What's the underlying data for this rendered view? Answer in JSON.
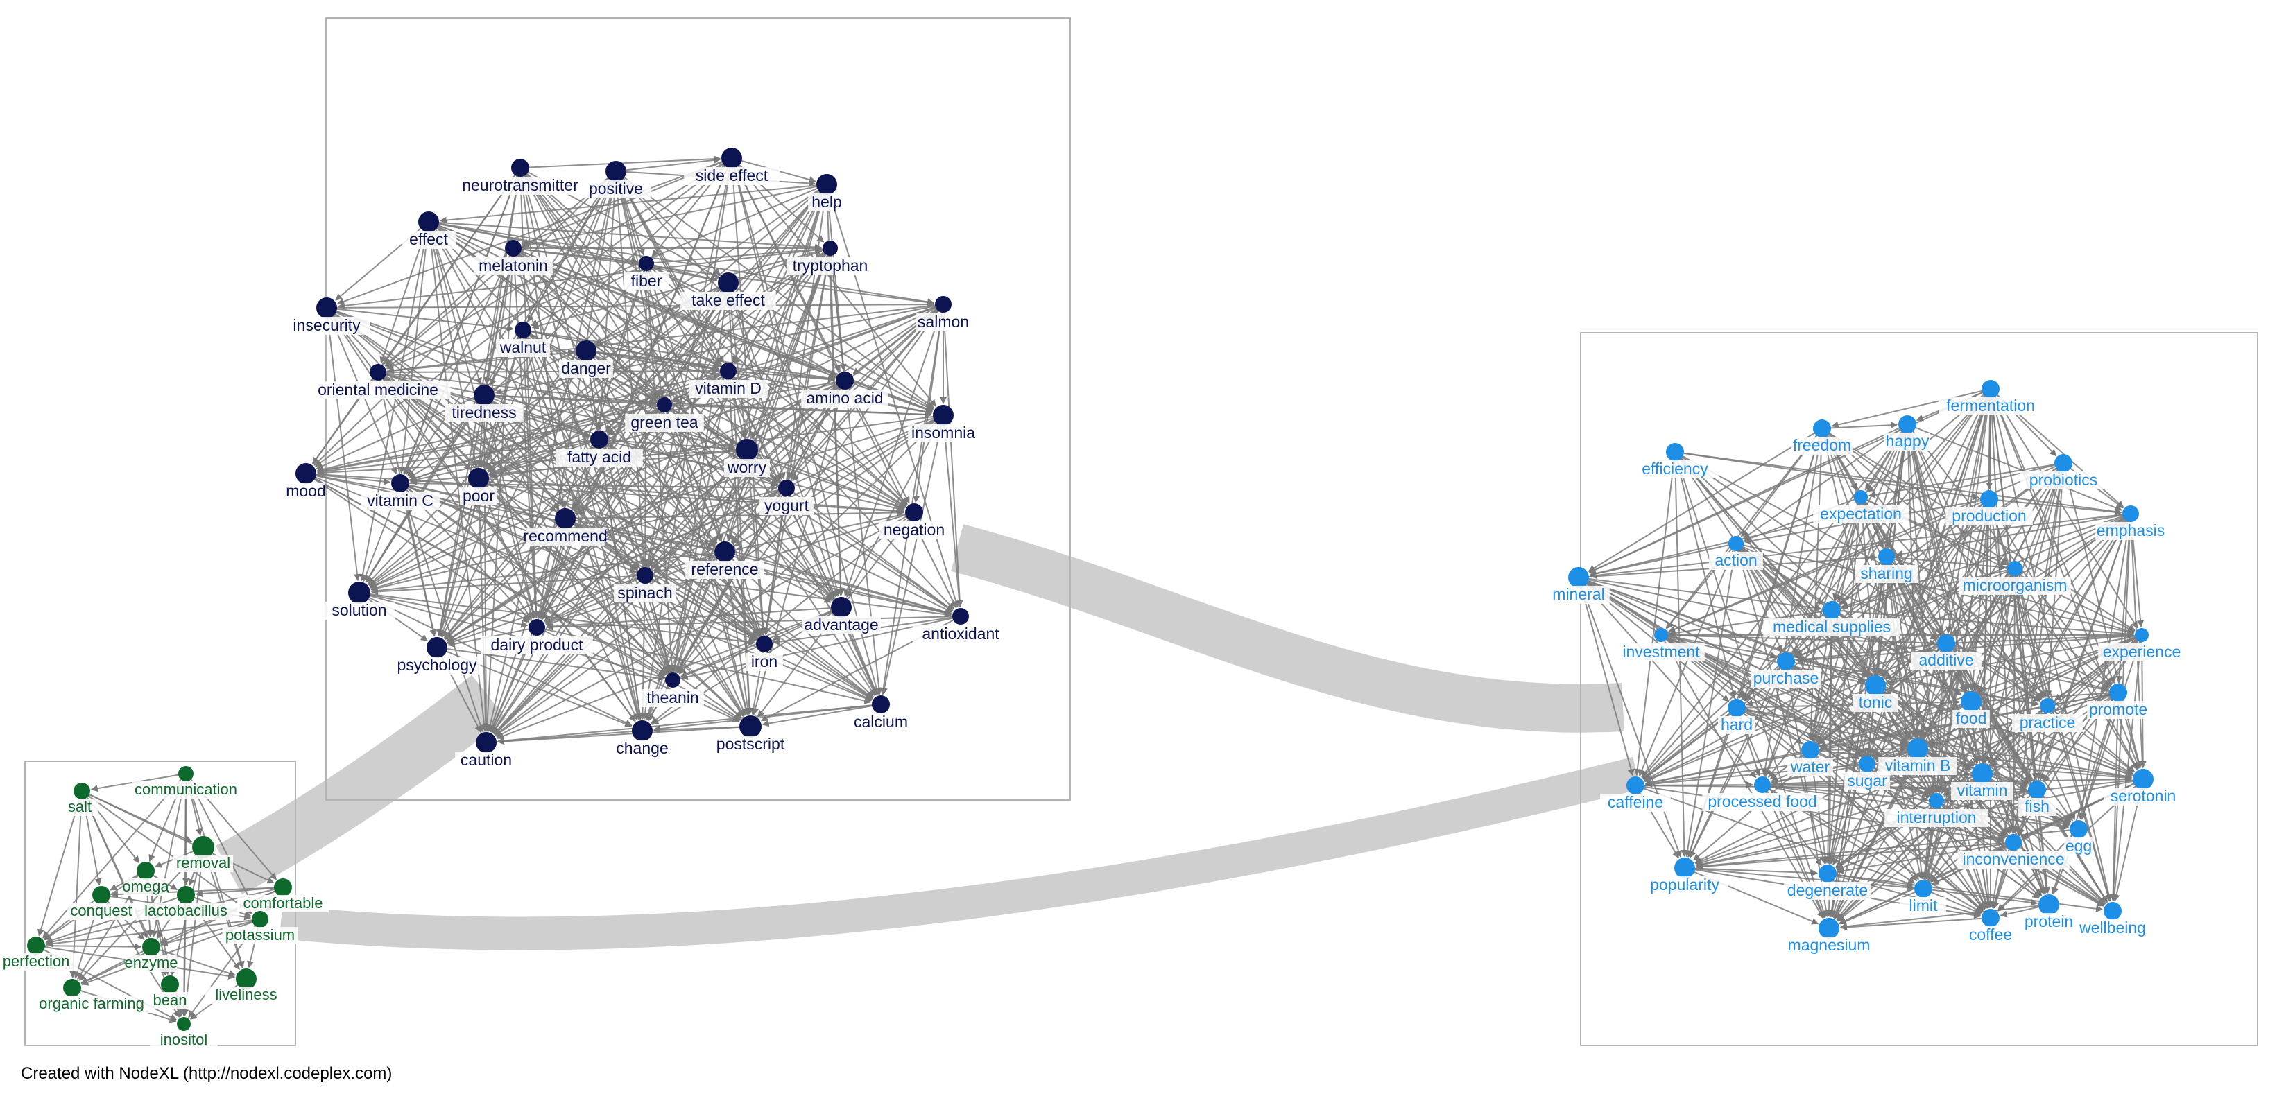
{
  "caption": "Created with NodeXL (http://nodexl.codeplex.com)",
  "colors": {
    "navy": "#0d1452",
    "blue": "#1e8fe6",
    "green": "#0e6a2c",
    "edge": "#7a7a7a",
    "bundle": "#cfcfcf",
    "box": "#b4b4b4"
  },
  "groups": [
    {
      "id": "g1",
      "color": "navy",
      "nodes": [
        {
          "label": "neurotransmitter"
        },
        {
          "label": "positive"
        },
        {
          "label": "side effect"
        },
        {
          "label": "help"
        },
        {
          "label": "effect"
        },
        {
          "label": "melatonin"
        },
        {
          "label": "fiber"
        },
        {
          "label": "take effect"
        },
        {
          "label": "tryptophan"
        },
        {
          "label": "insecurity"
        },
        {
          "label": "walnut"
        },
        {
          "label": "salmon"
        },
        {
          "label": "oriental medicine"
        },
        {
          "label": "danger"
        },
        {
          "label": "vitamin D"
        },
        {
          "label": "amino acid"
        },
        {
          "label": "tiredness"
        },
        {
          "label": "green tea"
        },
        {
          "label": "insomnia"
        },
        {
          "label": "fatty acid"
        },
        {
          "label": "worry"
        },
        {
          "label": "mood"
        },
        {
          "label": "vitamin C"
        },
        {
          "label": "poor"
        },
        {
          "label": "yogurt"
        },
        {
          "label": "recommend"
        },
        {
          "label": "negation"
        },
        {
          "label": "reference"
        },
        {
          "label": "spinach"
        },
        {
          "label": "solution"
        },
        {
          "label": "advantage"
        },
        {
          "label": "antioxidant"
        },
        {
          "label": "dairy product"
        },
        {
          "label": "psychology"
        },
        {
          "label": "iron"
        },
        {
          "label": "theanin"
        },
        {
          "label": "calcium"
        },
        {
          "label": "postscript"
        },
        {
          "label": "change"
        },
        {
          "label": "caution"
        }
      ]
    },
    {
      "id": "g2",
      "color": "blue",
      "nodes": [
        {
          "label": "fermentation"
        },
        {
          "label": "freedom"
        },
        {
          "label": "happy"
        },
        {
          "label": "efficiency"
        },
        {
          "label": "probiotics"
        },
        {
          "label": "expectation"
        },
        {
          "label": "production"
        },
        {
          "label": "emphasis"
        },
        {
          "label": "action"
        },
        {
          "label": "mineral"
        },
        {
          "label": "sharing"
        },
        {
          "label": "microorganism"
        },
        {
          "label": "medical supplies"
        },
        {
          "label": "investment"
        },
        {
          "label": "additive"
        },
        {
          "label": "experience"
        },
        {
          "label": "purchase"
        },
        {
          "label": "tonic"
        },
        {
          "label": "promote"
        },
        {
          "label": "hard"
        },
        {
          "label": "food"
        },
        {
          "label": "practice"
        },
        {
          "label": "water"
        },
        {
          "label": "vitamin B"
        },
        {
          "label": "sugar"
        },
        {
          "label": "caffeine"
        },
        {
          "label": "processed food"
        },
        {
          "label": "vitamin"
        },
        {
          "label": "fish"
        },
        {
          "label": "serotonin"
        },
        {
          "label": "interruption"
        },
        {
          "label": "egg"
        },
        {
          "label": "inconvenience"
        },
        {
          "label": "popularity"
        },
        {
          "label": "degenerate"
        },
        {
          "label": "limit"
        },
        {
          "label": "protein"
        },
        {
          "label": "wellbeing"
        },
        {
          "label": "coffee"
        },
        {
          "label": "magnesium"
        }
      ]
    },
    {
      "id": "g3",
      "color": "green",
      "nodes": [
        {
          "label": "communication"
        },
        {
          "label": "salt"
        },
        {
          "label": "removal"
        },
        {
          "label": "omega"
        },
        {
          "label": "comfortable"
        },
        {
          "label": "conquest"
        },
        {
          "label": "lactobacillus"
        },
        {
          "label": "potassium"
        },
        {
          "label": "perfection"
        },
        {
          "label": "enzyme"
        },
        {
          "label": "organic farming"
        },
        {
          "label": "bean"
        },
        {
          "label": "liveliness"
        },
        {
          "label": "inositol"
        }
      ]
    }
  ]
}
